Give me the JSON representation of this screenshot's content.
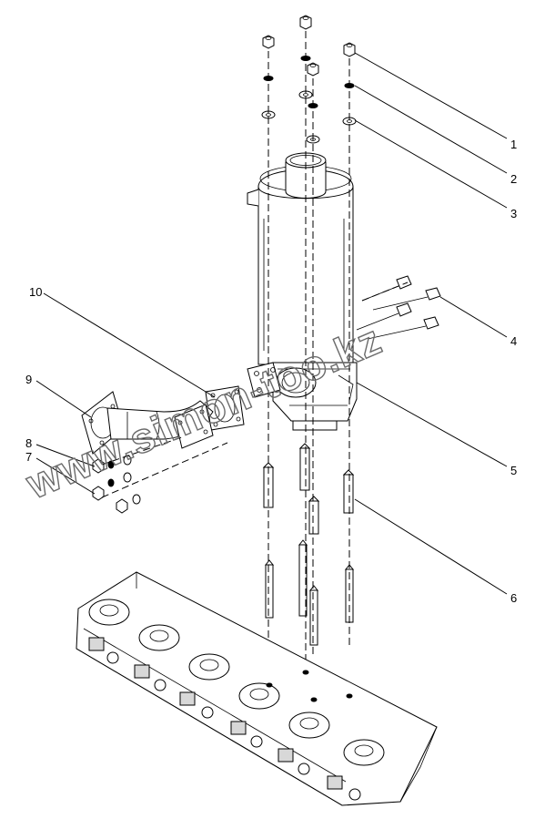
{
  "diagram": {
    "callouts": [
      "1",
      "2",
      "3",
      "4",
      "5",
      "6",
      "7",
      "8",
      "9",
      "10"
    ],
    "watermark": "www.simon-too.kz",
    "parts": [
      "exhaust-muffler",
      "outlet-pipe",
      "mounting-flange",
      "exhaust-elbow-pipe",
      "flange-gasket",
      "mounting-studs",
      "bolts",
      "nuts",
      "lock-washers",
      "flat-washers",
      "cylinder-head"
    ]
  }
}
